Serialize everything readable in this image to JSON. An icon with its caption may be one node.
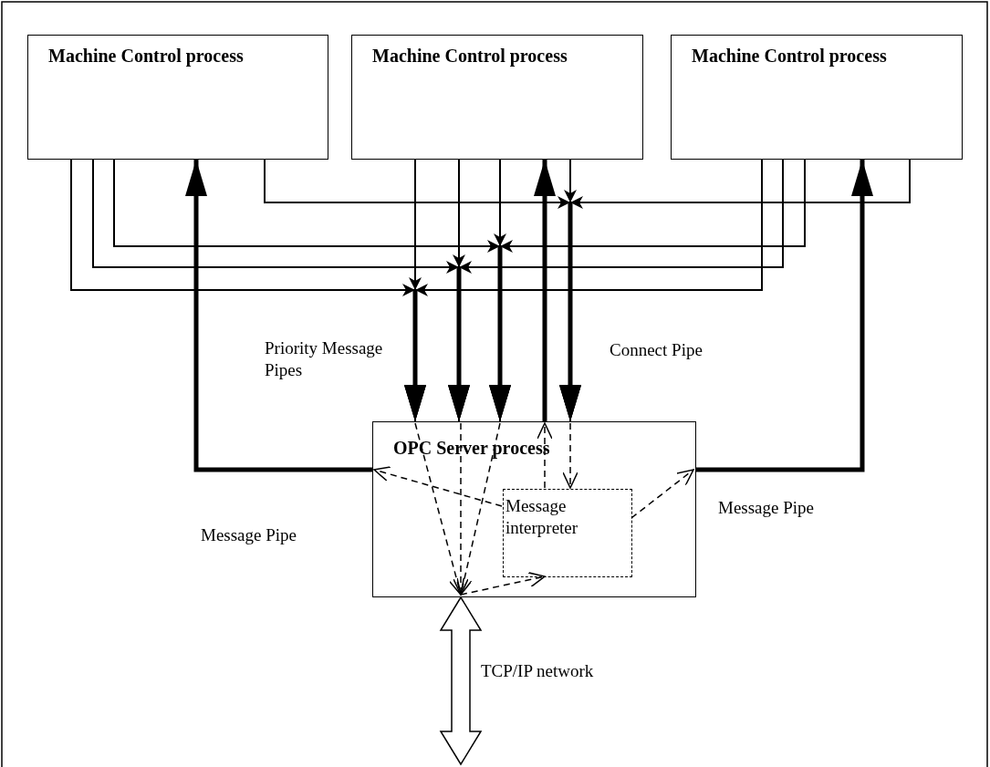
{
  "diagram": {
    "nodes": [
      {
        "text": [
          "Machine Control process"
        ]
      },
      {
        "text": [
          "Machine Control process"
        ]
      },
      {
        "text": [
          "Machine Control process"
        ]
      },
      {
        "text": [
          "OPC Server process"
        ]
      },
      {
        "text": [
          "Message interpreter"
        ],
        "in": 3
      }
    ],
    "edges": [
      {
        "from": 0,
        "to": 3,
        "arrow": "to"
      },
      {
        "from": 1,
        "to": 3,
        "arrow": "to"
      },
      {
        "from": 2,
        "to": 3,
        "arrow": "to"
      },
      {
        "from": 0,
        "to": 3,
        "arrow": "to"
      },
      {
        "from": 1,
        "to": 3,
        "arrow": "to"
      },
      {
        "from": 2,
        "to": 3,
        "arrow": "to"
      },
      {
        "from": 0,
        "to": 3,
        "arrow": "to"
      },
      {
        "from": 1,
        "to": 3,
        "arrow": "to"
      },
      {
        "from": 2,
        "to": 3,
        "arrow": "to"
      },
      {
        "from": 0,
        "to": 3,
        "arrow": "to"
      },
      {
        "from": 1,
        "to": 3,
        "arrow": "to"
      },
      {
        "from": 2,
        "to": 3,
        "arrow": "to"
      },
      {
        "from": 3,
        "to": 0,
        "arrow": "to",
        "style": "thick"
      },
      {
        "from": 3,
        "to": 1,
        "arrow": "to",
        "style": "thick"
      },
      {
        "from": 3,
        "to": 2,
        "arrow": "to",
        "style": "thick"
      },
      {
        "from": 4,
        "to": 3,
        "arrow": "to",
        "style": "dashed"
      },
      {
        "from": 4,
        "to": 3,
        "arrow": "to",
        "style": "dashed"
      },
      {
        "from": 3,
        "to": 4,
        "arrow": "to",
        "style": "dashed"
      },
      {
        "from": 4,
        "to": 3,
        "arrow": "to",
        "style": "dashed"
      },
      {
        "from": 3,
        "to": 4,
        "arrow": "to",
        "style": "dashed"
      },
      {
        "from": 3,
        "to": null,
        "arrow": "both",
        "label": "TCP/IP network"
      }
    ],
    "labels": [
      "Priority Message Pipes",
      "Connect Pipe",
      "Message Pipe",
      "Message Pipe"
    ]
  }
}
